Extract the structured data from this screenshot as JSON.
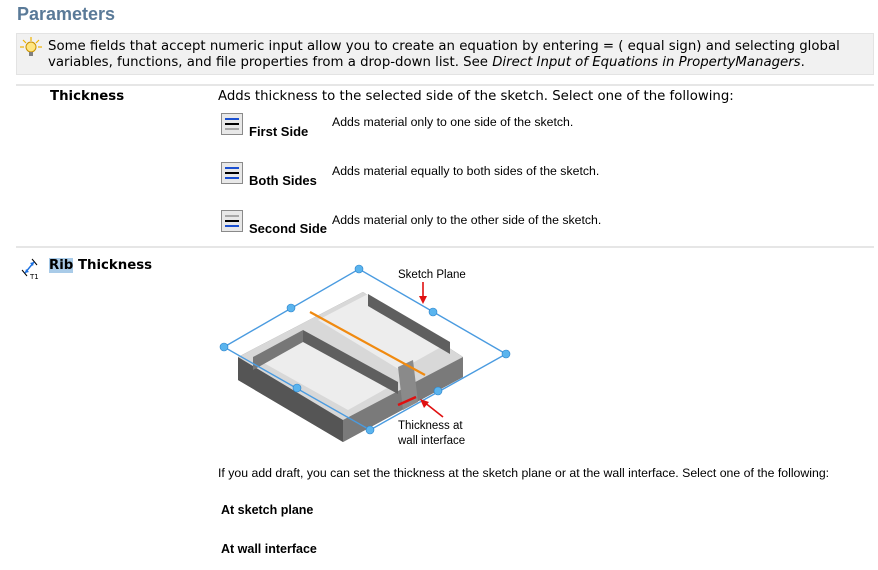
{
  "section": {
    "title": "Parameters"
  },
  "note": {
    "icon": "lightbulb-icon",
    "text_before": "Some fields that accept numeric input allow you to create an equation by entering = ( equal sign) and selecting global variables, functions, and file properties from a drop-down list. See ",
    "link_text": "Direct Input of Equations in PropertyManagers",
    "text_after": "."
  },
  "thickness": {
    "term": "Thickness",
    "description": "Adds thickness to the selected side of the sketch. Select one of the following:",
    "options": [
      {
        "icon": "first-side-icon",
        "label": "First Side",
        "description": "Adds material only to one side of the sketch."
      },
      {
        "icon": "both-sides-icon",
        "label": "Both Sides",
        "description": "Adds material equally to both sides of the sketch."
      },
      {
        "icon": "second-side-icon",
        "label": "Second Side",
        "description": "Adds material only to the other side of the sketch."
      }
    ]
  },
  "rib_thickness": {
    "icon": "rib-thickness-icon",
    "term_highlighted": "Rib",
    "term_rest": " Thickness",
    "figure": {
      "label_top": "Sketch Plane",
      "label_bottom_line1": "Thickness at",
      "label_bottom_line2": "wall interface"
    },
    "description": "If you add draft, you can set the thickness at the sketch plane or at the wall interface. Select one of the following:",
    "options": [
      {
        "label": "At sketch plane"
      },
      {
        "label": "At wall interface"
      }
    ]
  },
  "colors": {
    "heading": "#5a7a98",
    "note_bg": "#f1f1f1",
    "highlight": "#a9cbe8",
    "sketch_plane": "#4a9be0",
    "rib_line": "#f08a10",
    "arrow": "#e01010"
  }
}
